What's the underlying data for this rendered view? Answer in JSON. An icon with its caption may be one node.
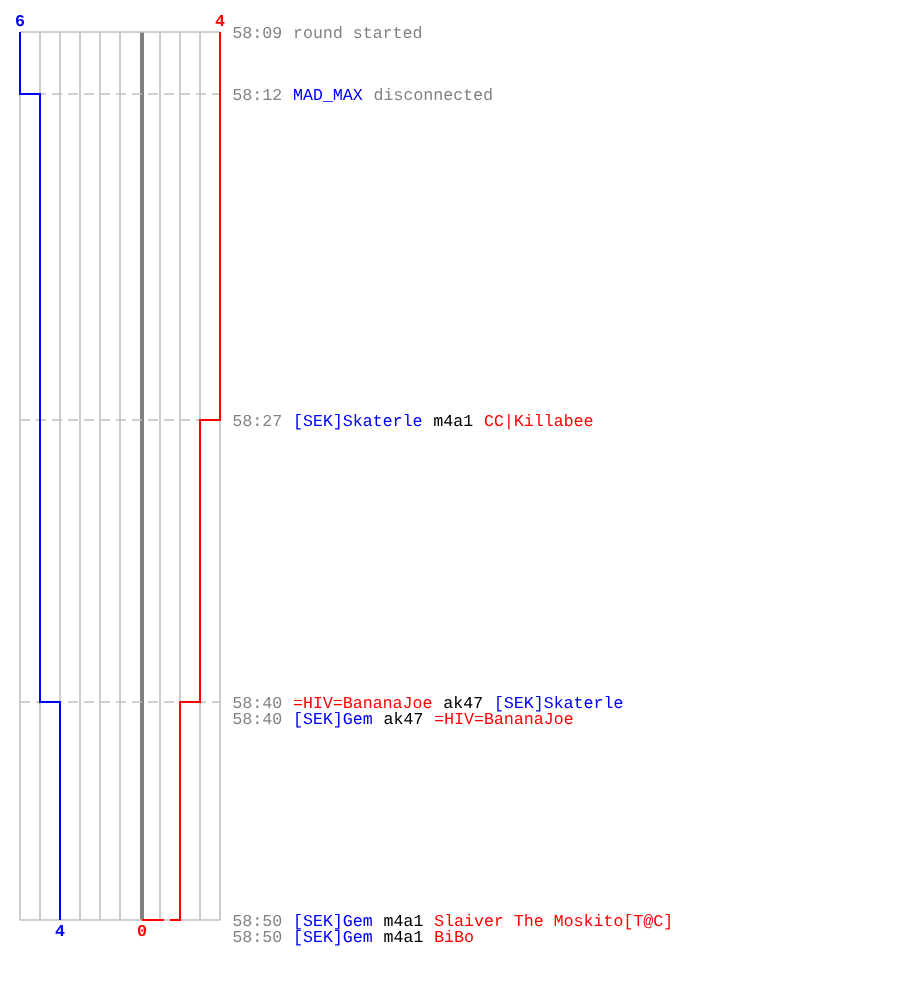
{
  "diagram": {
    "labels": [
      "6",
      "4",
      "58:09",
      "round started",
      "58:12",
      "MAD_MAX",
      "disconnected",
      "58:27",
      "[SEK]Skaterle",
      "m4a1",
      "CC|Killabee",
      "58:40",
      "=HIV=BananaJoe",
      "ak47",
      "[SEK]Skaterle",
      "58:40",
      "[SEK]Gem",
      "ak47",
      "=HIV=BananaJoe",
      "4",
      "0",
      "58:50",
      "[SEK]Gem",
      "m4a1",
      "Slaiver The Moskito[T@C]",
      "58:50",
      "[SEK]Gem",
      "m4a1",
      "BiBo"
    ]
  }
}
